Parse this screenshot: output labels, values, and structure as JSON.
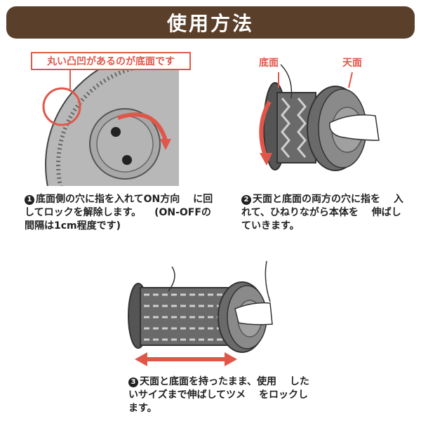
{
  "header": {
    "title": "使用方法"
  },
  "callout": {
    "text": "丸い凸凹があるのが底面です"
  },
  "labels": {
    "bottom_face": "底面",
    "top_face": "天面"
  },
  "steps": [
    {
      "num": "1",
      "lines": [
        "底面側の穴に指を入れてON方向",
        "に回してロックを解除します。",
        "(ON-OFFの間隔は1cm程度です)"
      ]
    },
    {
      "num": "2",
      "lines": [
        "天面と底面の両方の穴に指を",
        "入れて、ひねりながら本体を",
        "伸ばしていきます。"
      ]
    },
    {
      "num": "3",
      "lines": [
        "天面と底面を持ったまま、使用",
        "したいサイズまで伸ばしてツメ",
        "をロックします。"
      ]
    }
  ],
  "colors": {
    "header_bg": "#5a3f2a",
    "accent": "#e0574a",
    "roller": "#4a4a4a"
  }
}
